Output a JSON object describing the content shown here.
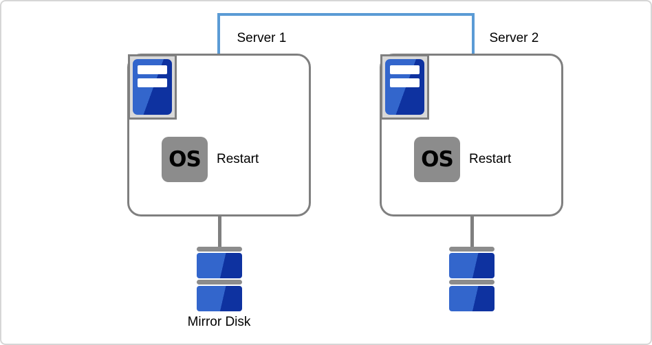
{
  "diagram": {
    "servers": [
      {
        "label": "Server 1",
        "os_label": "OS",
        "action_label": "Restart"
      },
      {
        "label": "Server 2",
        "os_label": "OS",
        "action_label": "Restart"
      }
    ],
    "mirror_disk_label": "Mirror Disk"
  },
  "colors": {
    "line-blue": "#5B9BD5",
    "shape-gray": "#7F7F7F",
    "badge-gray": "#8C8C8C",
    "icon-bg": "#D9D9D9",
    "blue-light": "#3366CC",
    "blue-dark": "#0E32A0",
    "canvas-border": "#D6D6D6",
    "text": "#000000"
  }
}
